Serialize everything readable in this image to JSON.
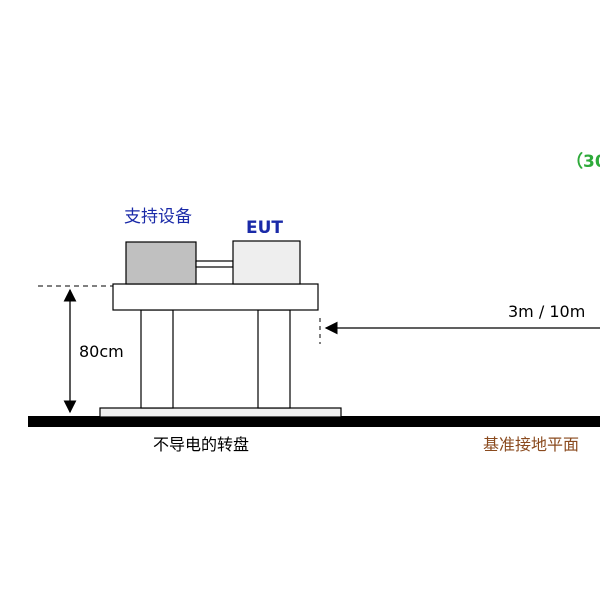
{
  "labels": {
    "frequency_note": "（30",
    "support_equipment": "支持设备",
    "eut": "EUT",
    "height": "80cm",
    "distance": "3m / 10m",
    "turntable": "不导电的转盘",
    "ground_plane": "基准接地平面"
  },
  "colors": {
    "note": "#2eaa3a",
    "support_label": "#1a2aa8",
    "eut_label": "#1a2aa8",
    "ground_label": "#8a4a1e",
    "support_box": "#c0c0c0",
    "eut_box": "#eeeeee",
    "ground": "#000000"
  }
}
